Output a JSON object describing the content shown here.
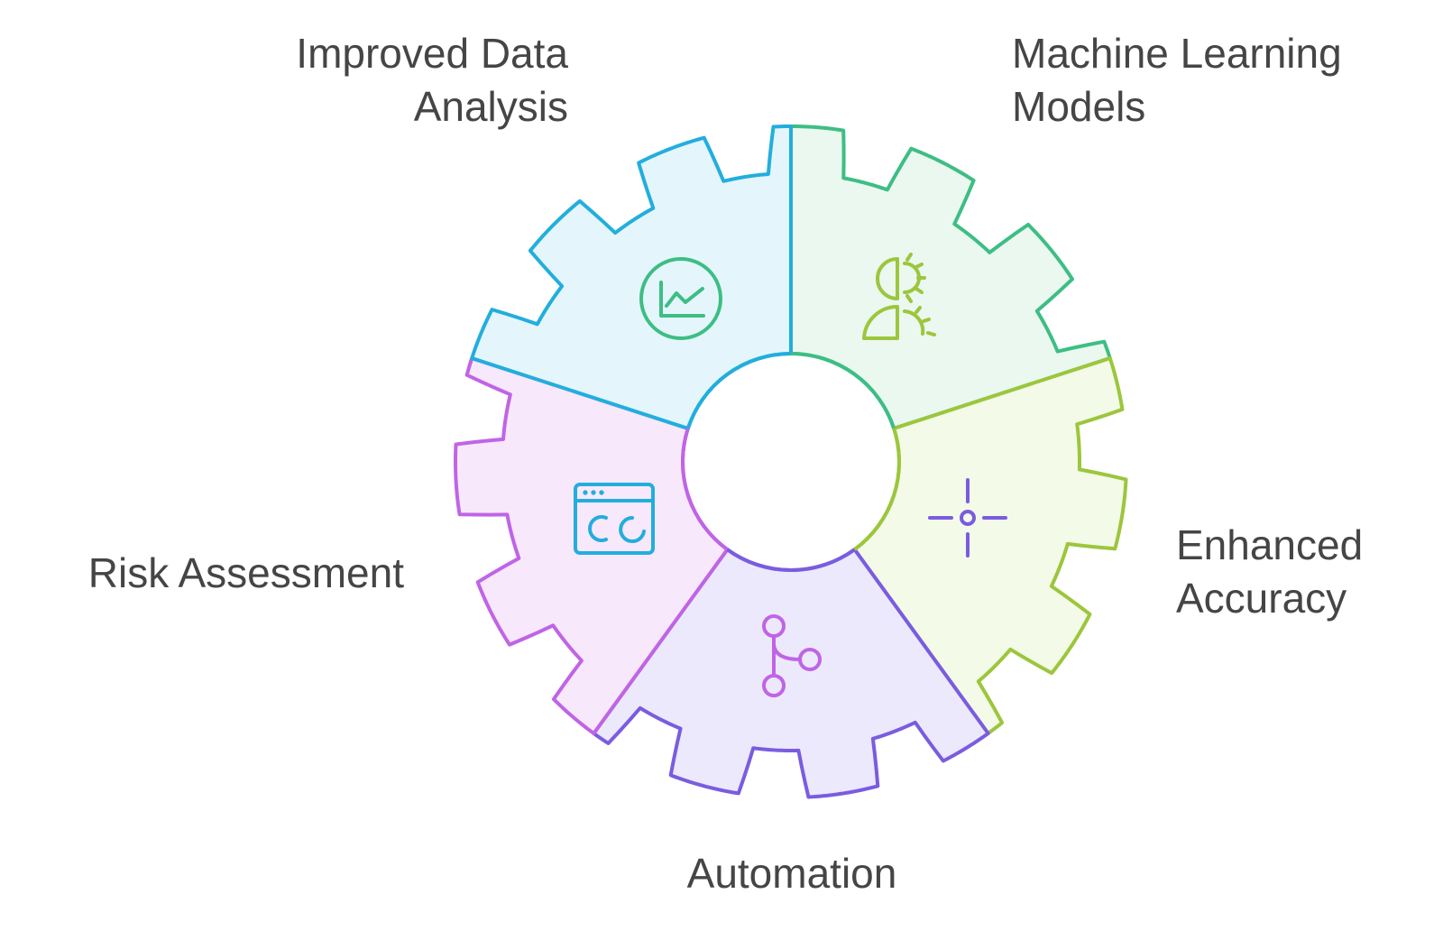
{
  "diagram": {
    "segments": [
      {
        "id": "improved-data-analysis",
        "lines": [
          "Improved Data",
          "Analysis"
        ],
        "stroke": "#3DBE84",
        "fill": "#EAF8F0",
        "icon": "line-chart-icon"
      },
      {
        "id": "machine-learning-models",
        "lines": [
          "Machine Learning",
          "Models"
        ],
        "stroke": "#9CC63C",
        "fill": "#F3FAE8",
        "icon": "brain-gear-icon"
      },
      {
        "id": "enhanced-accuracy",
        "lines": [
          "Enhanced",
          "Accuracy"
        ],
        "stroke": "#7A5CE0",
        "fill": "#ECE9FD",
        "icon": "crosshair-icon"
      },
      {
        "id": "automation",
        "lines": [
          "Automation"
        ],
        "stroke": "#C064E6",
        "fill": "#F8E8FC",
        "icon": "workflow-branch-icon"
      },
      {
        "id": "risk-assessment",
        "lines": [
          "Risk Assessment"
        ],
        "stroke": "#22AEDD",
        "fill": "#E4F6FC",
        "icon": "dashboard-window-icon"
      }
    ],
    "text_color": "#454545"
  }
}
